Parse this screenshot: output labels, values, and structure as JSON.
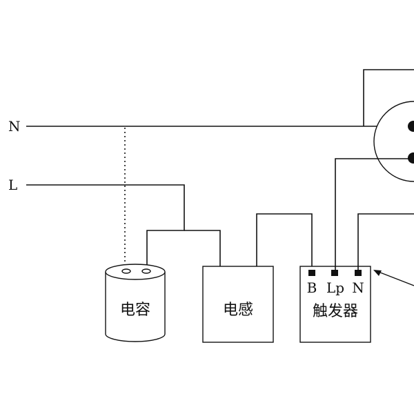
{
  "labels": {
    "neutral": "N",
    "live": "L",
    "capacitor": "电容",
    "inductor": "电感",
    "trigger_pins": [
      "B",
      "Lp",
      "N"
    ],
    "trigger": "触发器"
  },
  "colors": {
    "ink": "#111111",
    "background": "#ffffff"
  }
}
